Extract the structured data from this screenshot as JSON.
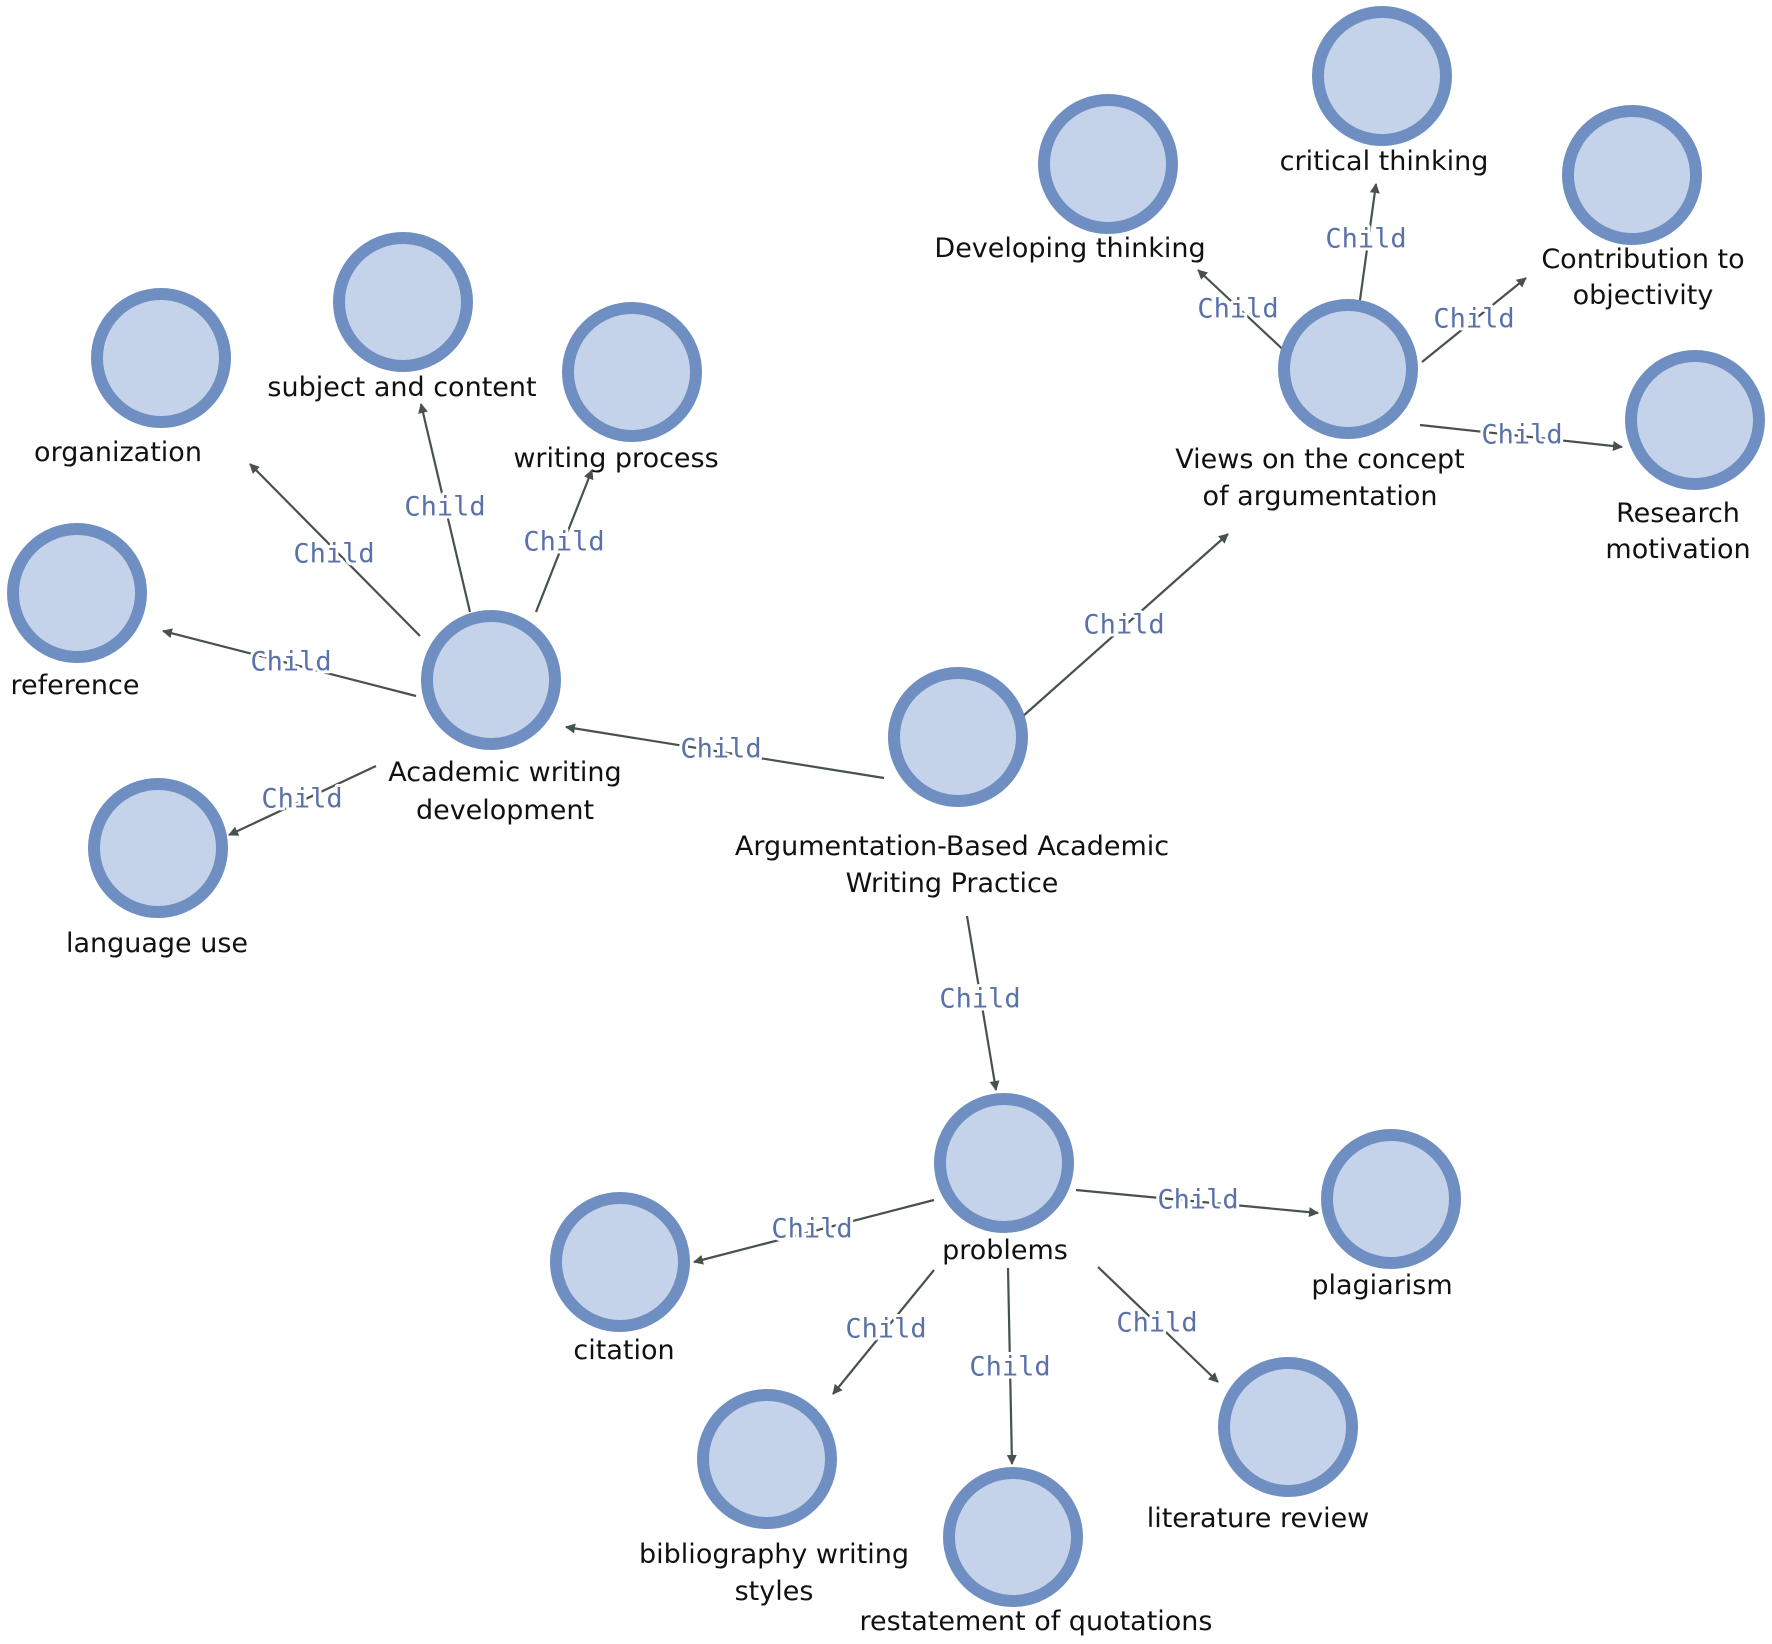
{
  "diagram": {
    "type": "concept-map",
    "colors": {
      "node_fill": "#c5d3ea",
      "node_stroke": "#6f8fc3",
      "edge_line": "#47524f",
      "edge_label": "#5a72a8",
      "node_label": "#111111"
    },
    "nodes": [
      {
        "id": "root",
        "label": [
          "Argumentation-Based Academic",
          "Writing Practice"
        ]
      },
      {
        "id": "awd",
        "label": [
          "Academic writing",
          "development"
        ]
      },
      {
        "id": "views",
        "label": [
          "Views on the concept",
          "of argumentation"
        ]
      },
      {
        "id": "problems",
        "label": [
          "problems"
        ]
      },
      {
        "id": "organization",
        "label": [
          "organization"
        ]
      },
      {
        "id": "subject",
        "label": [
          "subject and content"
        ]
      },
      {
        "id": "writingproc",
        "label": [
          "writing process"
        ]
      },
      {
        "id": "reference",
        "label": [
          "reference"
        ]
      },
      {
        "id": "language",
        "label": [
          "language use"
        ]
      },
      {
        "id": "developing",
        "label": [
          "Developing thinking"
        ]
      },
      {
        "id": "critical",
        "label": [
          "critical thinking"
        ]
      },
      {
        "id": "contribution",
        "label": [
          "Contribution to",
          "objectivity"
        ]
      },
      {
        "id": "research",
        "label": [
          "Research",
          "motivation"
        ]
      },
      {
        "id": "citation",
        "label": [
          "citation"
        ]
      },
      {
        "id": "plagiarism",
        "label": [
          "plagiarism"
        ]
      },
      {
        "id": "bibliography",
        "label": [
          "bibliography writing",
          "styles"
        ]
      },
      {
        "id": "restatement",
        "label": [
          "restatement of quotations"
        ]
      },
      {
        "id": "litreview",
        "label": [
          "literature review"
        ]
      }
    ],
    "edges": [
      {
        "from": "root",
        "to": "awd",
        "label": "Child"
      },
      {
        "from": "root",
        "to": "views",
        "label": "Child"
      },
      {
        "from": "root",
        "to": "problems",
        "label": "Child"
      },
      {
        "from": "awd",
        "to": "organization",
        "label": "Child"
      },
      {
        "from": "awd",
        "to": "subject",
        "label": "Child"
      },
      {
        "from": "awd",
        "to": "writingproc",
        "label": "Child"
      },
      {
        "from": "awd",
        "to": "reference",
        "label": "Child"
      },
      {
        "from": "awd",
        "to": "language",
        "label": "Child"
      },
      {
        "from": "views",
        "to": "developing",
        "label": "Child"
      },
      {
        "from": "views",
        "to": "critical",
        "label": "Child"
      },
      {
        "from": "views",
        "to": "contribution",
        "label": "Child"
      },
      {
        "from": "views",
        "to": "research",
        "label": "Child"
      },
      {
        "from": "problems",
        "to": "citation",
        "label": "Child"
      },
      {
        "from": "problems",
        "to": "plagiarism",
        "label": "Child"
      },
      {
        "from": "problems",
        "to": "bibliography",
        "label": "Child"
      },
      {
        "from": "problems",
        "to": "restatement",
        "label": "Child"
      },
      {
        "from": "problems",
        "to": "litreview",
        "label": "Child"
      }
    ]
  }
}
